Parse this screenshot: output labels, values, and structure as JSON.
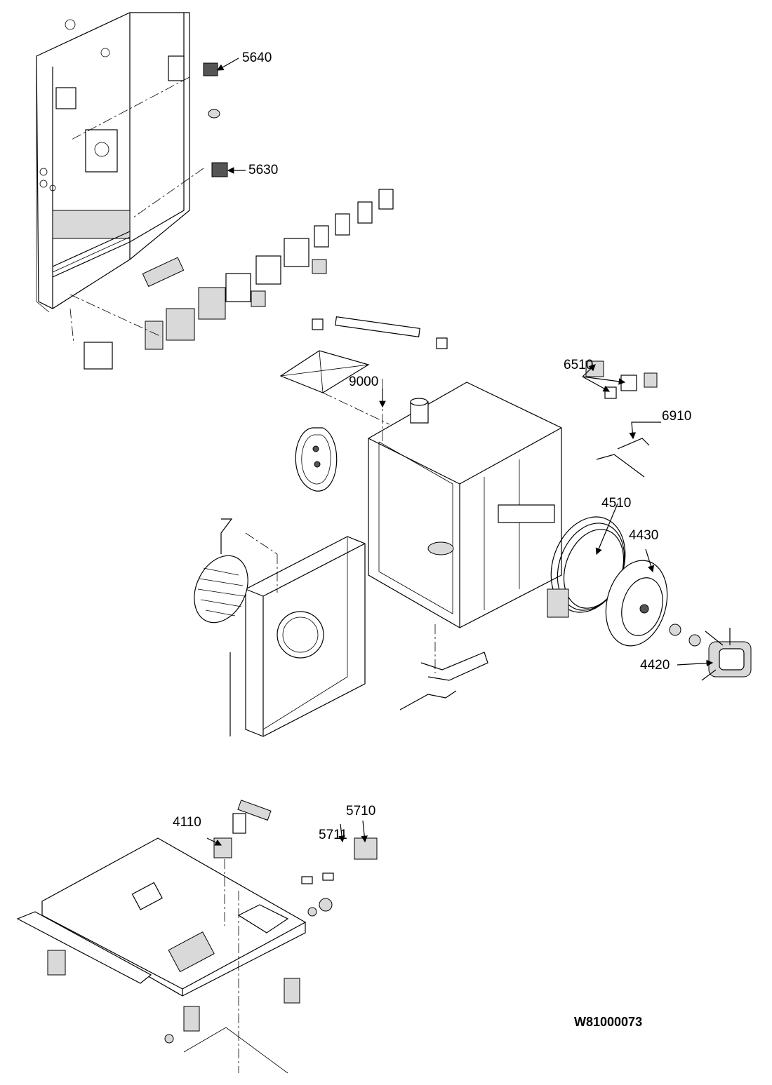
{
  "drawing_id": "W81000073",
  "callouts": [
    {
      "id": "5640",
      "label": "5640"
    },
    {
      "id": "5630",
      "label": "5630"
    },
    {
      "id": "6510",
      "label": "6510"
    },
    {
      "id": "9000",
      "label": "9000"
    },
    {
      "id": "6910",
      "label": "6910"
    },
    {
      "id": "4510",
      "label": "4510"
    },
    {
      "id": "4430",
      "label": "4430"
    },
    {
      "id": "4420",
      "label": "4420"
    },
    {
      "id": "4110",
      "label": "4110"
    },
    {
      "id": "5710",
      "label": "5710"
    },
    {
      "id": "5711",
      "label": "5711"
    }
  ]
}
